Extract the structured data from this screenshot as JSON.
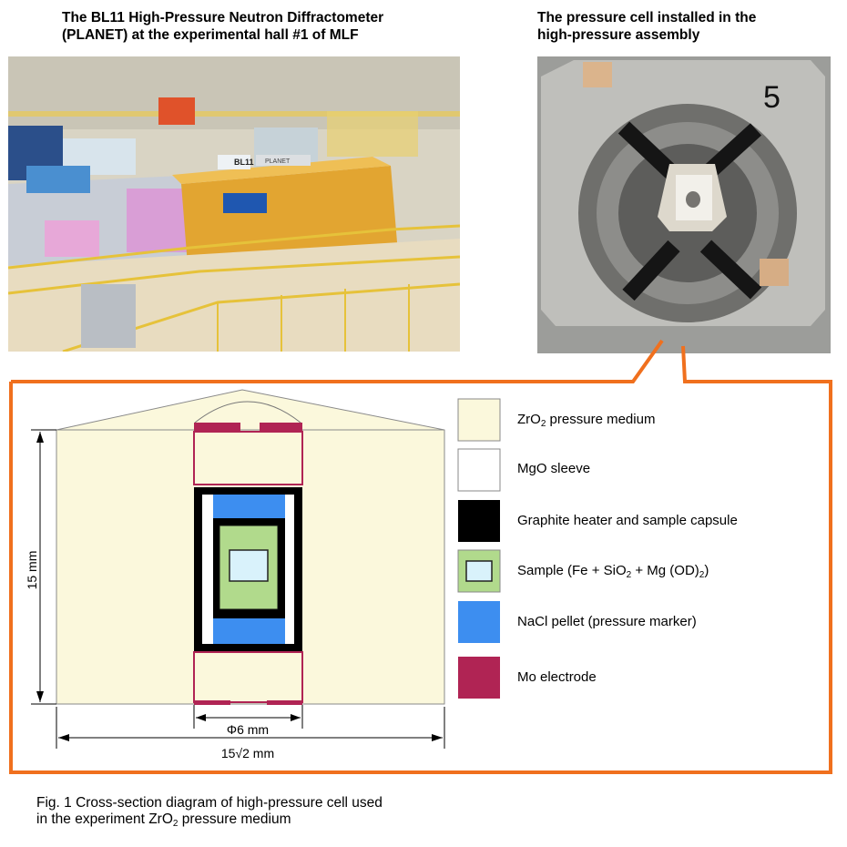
{
  "photo_left": {
    "caption_line1": "The BL11 High-Pressure Neutron Diffractometer",
    "caption_line2": "(PLANET) at the experimental hall #1 of MLF",
    "sign_label": "BL11",
    "sign_sub": "PLANET"
  },
  "photo_right": {
    "caption_line1": "The pressure cell installed in the",
    "caption_line2": "high-pressure assembly",
    "marker_digit": "5"
  },
  "diagram": {
    "dim_height": "15 mm",
    "dim_inner": "Φ6 mm",
    "dim_outer": "15√2 mm"
  },
  "legend": {
    "zro2_a": "ZrO",
    "zro2_sub": "2",
    "zro2_b": " pressure medium",
    "mgo": "MgO sleeve",
    "graphite": "Graphite heater and sample capsule",
    "sample_a": "Sample (Fe + SiO",
    "sample_sub1": "2",
    "sample_b": " + Mg (OD)",
    "sample_sub2": "2",
    "sample_c": ")",
    "nacl": "NaCl pellet (pressure marker)",
    "mo": "Mo electrode"
  },
  "figure_caption": {
    "line1": "Fig. 1 Cross-section diagram of high-pressure cell used",
    "line2_a": "in the experiment ZrO",
    "line2_sub": "2",
    "line2_b": " pressure medium"
  },
  "colors": {
    "zro2": "#fbf8dc",
    "mgo": "#ffffff",
    "graphite": "#000000",
    "sample": "#b1da8c",
    "sample_inner": "#d9f2fb",
    "nacl": "#3d8ef0",
    "mo": "#b02454",
    "highlight": "#f0701e"
  }
}
